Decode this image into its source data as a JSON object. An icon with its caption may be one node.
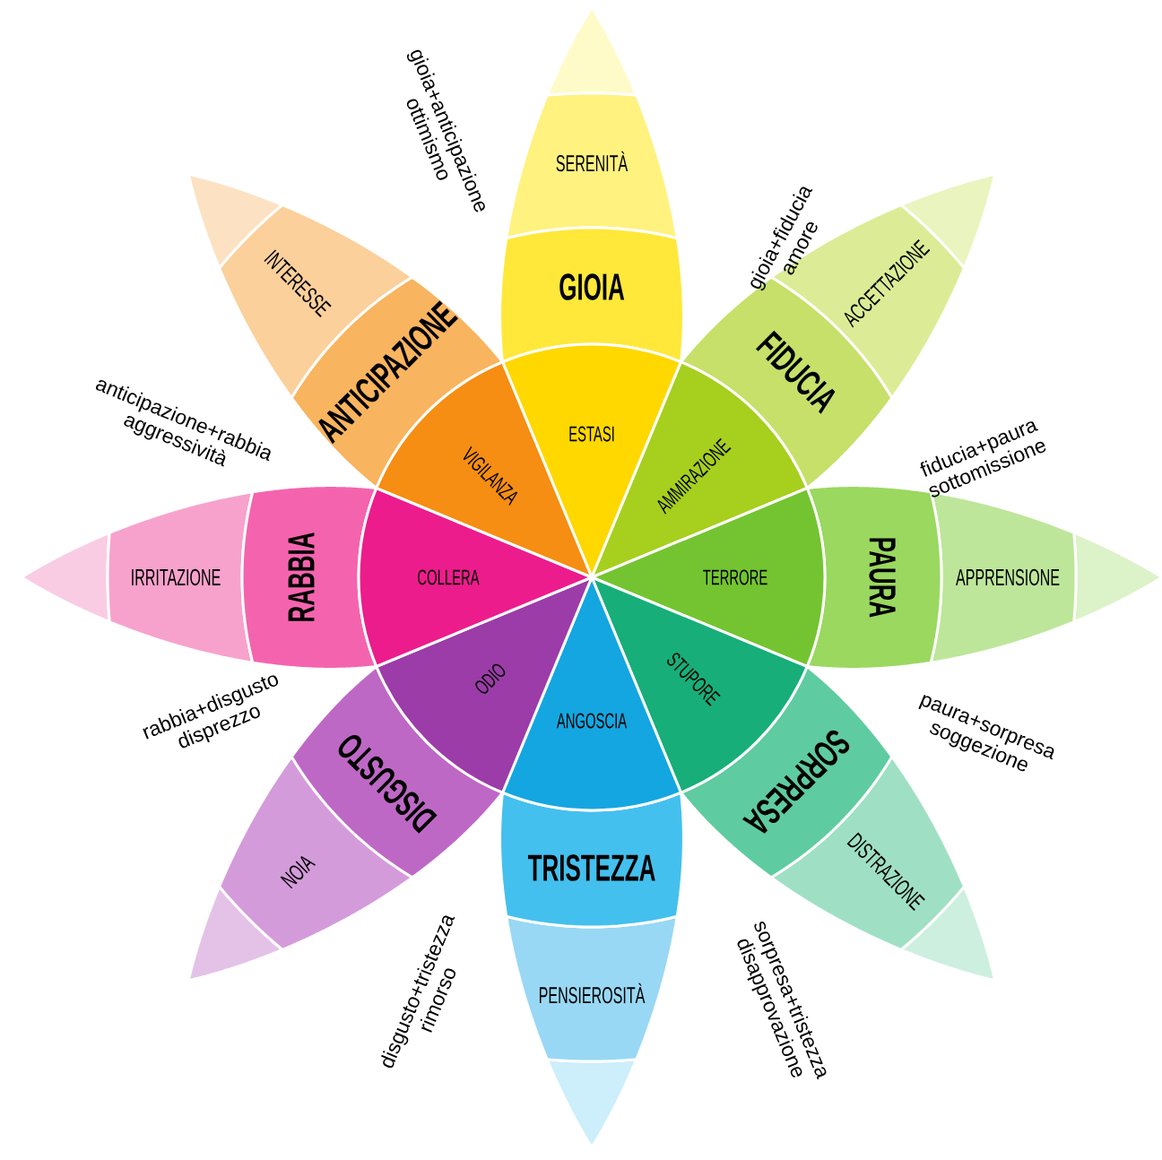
{
  "diagram": {
    "nodes": [
      {
        "text": [
          "SERENITÀ"
        ]
      },
      {
        "text": [
          "GIOIA"
        ]
      },
      {
        "text": [
          "ESTASI"
        ]
      },
      {
        "text": [
          "ACCETTAZIONE"
        ]
      },
      {
        "text": [
          "FIDUCIA"
        ]
      },
      {
        "text": [
          "AMMIRAZIONE"
        ]
      },
      {
        "text": [
          "APPRENSIONE"
        ]
      },
      {
        "text": [
          "PAURA"
        ]
      },
      {
        "text": [
          "TERRORE"
        ]
      },
      {
        "text": [
          "DISTRAZIONE"
        ]
      },
      {
        "text": [
          "SORPRESA"
        ]
      },
      {
        "text": [
          "STUPORE"
        ]
      },
      {
        "text": [
          "PENSIEROSITÀ"
        ]
      },
      {
        "text": [
          "TRISTEZZA"
        ]
      },
      {
        "text": [
          "ANGOSCIA"
        ]
      },
      {
        "text": [
          "NOIA"
        ]
      },
      {
        "text": [
          "DISGUSTO"
        ]
      },
      {
        "text": [
          "ODIO"
        ]
      },
      {
        "text": [
          "IRRITAZIONE"
        ]
      },
      {
        "text": [
          "RABBIA"
        ]
      },
      {
        "text": [
          "COLLERA"
        ]
      },
      {
        "text": [
          "INTERESSE"
        ]
      },
      {
        "text": [
          "ANTICIPAZIONE"
        ]
      },
      {
        "text": [
          "VIGILANZA"
        ]
      }
    ],
    "labels": [
      "gioia+anticipazione",
      "ottimismo",
      "gioia+fiducia",
      "amore",
      "anticipazione+rabbia",
      "aggressività",
      "fiducia+paura",
      "sottomissione",
      "rabbia+disgusto",
      "disprezzo",
      "paura+sorpresa",
      "soggezione",
      "disgusto+tristezza",
      "rimorso",
      "sorpresa+tristezza",
      "disapprovazione"
    ]
  }
}
